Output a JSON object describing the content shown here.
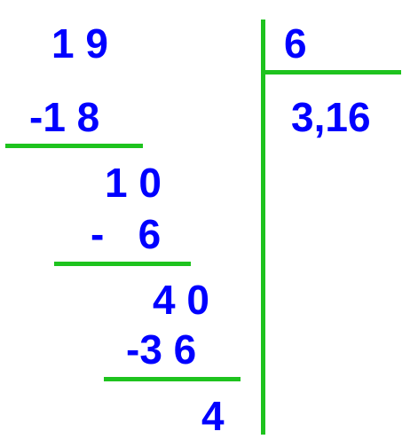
{
  "colors": {
    "digits": "#0000ff",
    "lines": "#1ec31e",
    "background": "#ffffff"
  },
  "division": {
    "dividend": "1 9",
    "divisor": "6",
    "quotient": "3,16",
    "steps": [
      {
        "subtrahend": "-1 8",
        "remainder": "1 0"
      },
      {
        "subtrahend": "-   6",
        "remainder": "4 0"
      },
      {
        "subtrahend": "-3 6",
        "remainder": "4"
      }
    ]
  }
}
